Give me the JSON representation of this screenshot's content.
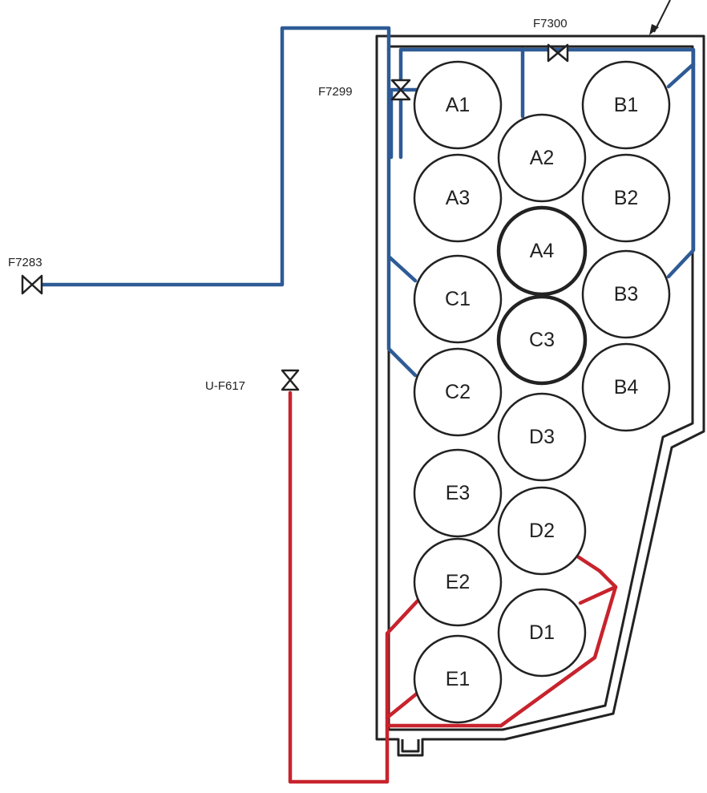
{
  "colors": {
    "wall": "#222222",
    "blue_line": "#2e5b96",
    "red_line": "#c8232c",
    "tank_stroke": "#222222"
  },
  "valves": {
    "f7300": "F7300",
    "f7299": "F7299",
    "f7283": "F7283",
    "uf617": "U-F617"
  },
  "tanks": {
    "a1": "A1",
    "a2": "A2",
    "a3": "A3",
    "a4": "A4",
    "b1": "B1",
    "b2": "B2",
    "b3": "B3",
    "b4": "B4",
    "c1": "C1",
    "c2": "C2",
    "c3": "C3",
    "d1": "D1",
    "d2": "D2",
    "d3": "D3",
    "e1": "E1",
    "e2": "E2",
    "e3": "E3"
  }
}
